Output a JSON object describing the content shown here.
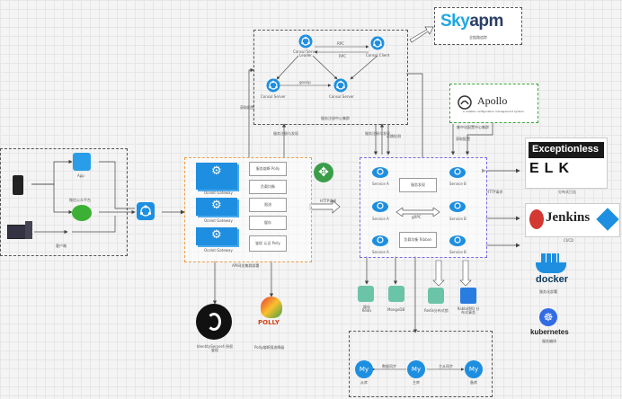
{
  "skyapm": {
    "logo_sky": "Sky",
    "logo_apm": "apm",
    "caption": "全链路追踪"
  },
  "consul": {
    "leader": "Consul Server Leader",
    "client": "Consul Client",
    "server1": "Consul Server",
    "server2": "Consul Server",
    "caption": "服务注册中心集群",
    "edge_rpc": "RPC",
    "edge_gossip": "gossip",
    "edge_rpc2": "RPC"
  },
  "apollo": {
    "logo": "Apollo",
    "tagline": "A reliable configuration management system",
    "caption": "集中化配置中心集群"
  },
  "client": {
    "app": "App",
    "wechat": "微信公众平台",
    "caption": "客户端"
  },
  "gateway": {
    "items": [
      {
        "name": "Ocelot Gateway"
      },
      {
        "name": "Ocelot Gateway"
      },
      {
        "name": "Ocelot Gateway"
      }
    ],
    "features": [
      "服务熔断 Polly",
      "负载均衡",
      "限流",
      "缓存",
      "鉴权 认证 Polly"
    ],
    "caption": "API网关集群部署"
  },
  "edges": {
    "register": "服务注册与发现",
    "heartbeat": "心跳检测",
    "config": "获取配置",
    "config_pull": "获取配置",
    "http": "HTTP请求",
    "http2": "HTTP请求"
  },
  "services": {
    "left": [
      "Service A",
      "Service A",
      "Service A"
    ],
    "right": [
      "Service B",
      "Service B",
      "Service B"
    ],
    "mid": [
      "服务发现",
      "gRPC",
      "负载均衡 Ribbon"
    ],
    "arrow": "gRPC"
  },
  "stores": [
    "缓存 Redis",
    "MongoDB",
    "Redis分布式锁",
    "RabbitMQ 分布式事务"
  ],
  "mysql": {
    "labels": [
      "从库",
      "主库",
      "备库"
    ],
    "edge1": "数据同步",
    "edge2": "主从同步"
  },
  "identity": {
    "caption": "IdentityServer4 授权鉴权"
  },
  "polly": {
    "logo": "POLLY",
    "caption": "Polly熔断限流降级"
  },
  "right_panel": {
    "exceptionless": "Exceptionless",
    "elk": "ELK",
    "elk_caption": "分布式日志",
    "jenkins": "Jenkins",
    "jenkins_caption": "CI/CD",
    "docker": "docker",
    "docker_caption": "服务化部署",
    "k8s": "kubernetes",
    "k8s_caption": "服务编排"
  },
  "colors": {
    "blue": "#1e8fe0",
    "orange": "#f0a04b",
    "purple": "#7b6be0",
    "green": "#3aa63a"
  }
}
